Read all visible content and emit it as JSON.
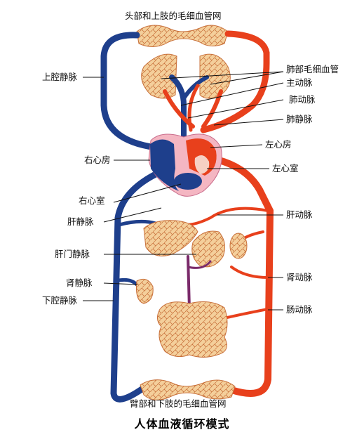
{
  "top_caption": "头部和上肢的毛细血管网",
  "bottom_caption": "臂部和下肢的毛细血管网",
  "title": "人体血液循环模式",
  "labels_left": {
    "superior_vena_cava": "上腔静脉",
    "right_atrium": "右心房",
    "right_ventricle": "右心室",
    "hepatic_vein": "肝静脉",
    "portal_vein": "肝门静脉",
    "renal_vein": "肾静脉",
    "inferior_vena_cava": "下腔静脉"
  },
  "labels_right": {
    "pulmonary_capillaries": "肺部毛细血管",
    "aorta": "主动脉",
    "pulmonary_artery": "肺动脉",
    "pulmonary_vein": "肺静脉",
    "left_atrium": "左心房",
    "left_ventricle": "左心室",
    "hepatic_artery": "肝动脉",
    "renal_artery": "肾动脉",
    "intestinal_artery": "肠动脉"
  },
  "colors": {
    "arterial": "#e8401c",
    "venous": "#1e3f8c",
    "capillary_tissue": "#f2c890",
    "capillary_outline": "#c86a30"
  }
}
